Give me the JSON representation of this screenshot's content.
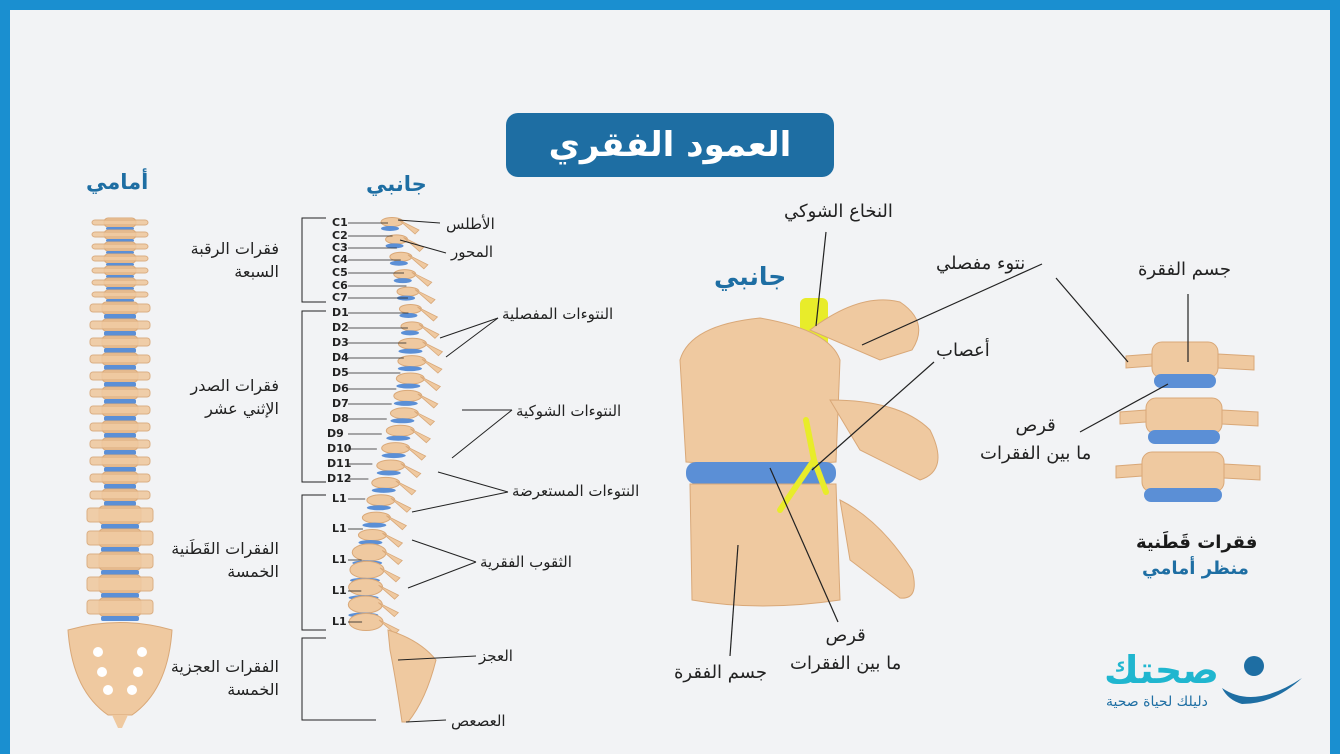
{
  "title": "العمود الفقري",
  "headings": {
    "front": "أمامي",
    "side": "جانبي",
    "detail_side": "جانبي"
  },
  "regions": {
    "cervical": [
      "فقرات الرقبة",
      "السبعة"
    ],
    "thoracic": [
      "فقرات الصدر",
      "الإثني عشر"
    ],
    "lumbar": [
      "الفقرات القَطَنية",
      "الخمسة"
    ],
    "sacral": [
      "الفقرات العجزية",
      "الخمسة"
    ]
  },
  "vertebra_labels": [
    "C1",
    "C2",
    "C3",
    "C4",
    "C5",
    "C6",
    "C7",
    "D1",
    "D2",
    "D3",
    "D4",
    "D5",
    "D6",
    "D7",
    "D8",
    "D9",
    "D10",
    "D11",
    "D12",
    "L1",
    "L1",
    "L1",
    "L1",
    "L1"
  ],
  "side_labels": {
    "atlas": "الأطلس",
    "axis": "المحور",
    "articular": "النتوءات المفصلية",
    "spinous": "النتوءات الشوكية",
    "transverse": "النتوءات المستعرضة",
    "foramina": "الثقوب الفقرية",
    "sacrum": "العجز",
    "coccyx": "العصعص"
  },
  "detail_labels": {
    "spinal_cord": "النخاع الشوكي",
    "articular_process": "نتوء مفصلي",
    "nerves": "أعصاب",
    "disc": [
      "قرص",
      "ما بين الفقرات"
    ],
    "body": "جسم الفقرة"
  },
  "lumbar_front": {
    "body": "جسم الفقرة",
    "disc": [
      "قرص",
      "ما بين الفقرات"
    ],
    "caption": "فقرات قَطَنية",
    "subcaption": "منظر أمامي"
  },
  "logo": {
    "name": "صحتك",
    "tagline": "دليلك لحياة صحية"
  },
  "colors": {
    "accent": "#1e6ea3",
    "border": "#1a8fd0",
    "bone": "#efc9a0",
    "disc": "#5b8fd6",
    "nerve": "#e8ec2a"
  }
}
